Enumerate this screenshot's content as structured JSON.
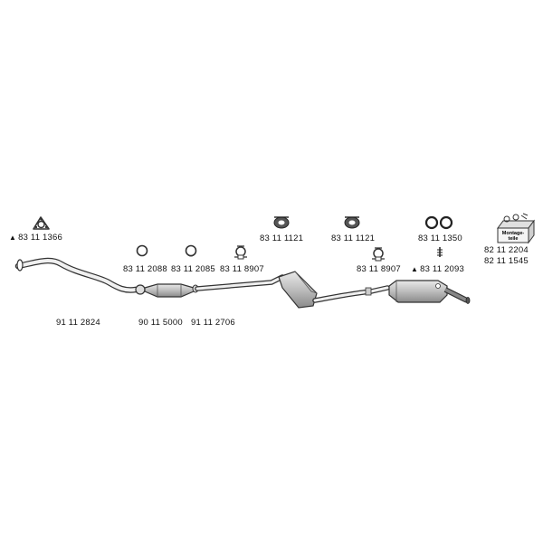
{
  "parts": {
    "gasket_front": "83 11 1366",
    "ring_1": "83 11 2088",
    "ring_2": "83 11 2085",
    "clamp_1": "83 11 8907",
    "mount_1": "83 11 1121",
    "mount_2": "83 11 1121",
    "rings_rear": "83 11 1350",
    "clamp_2": "83 11 8907",
    "rear_item": "83 11 2093",
    "kit_1": "82 11 2204",
    "kit_2": "82 11 1545",
    "front_pipe": "91 11 2824",
    "catalyst": "90 11 5000",
    "mid_pipe": "91 11 2706"
  },
  "markers": {
    "triangle": "▲"
  },
  "kit_box": {
    "line1": "Montage-",
    "line2": "teile"
  },
  "colors": {
    "stroke": "#333333",
    "fill_pipe": "#d9d9d9",
    "fill_muffler": "#bdbdbd",
    "text": "#111111"
  }
}
